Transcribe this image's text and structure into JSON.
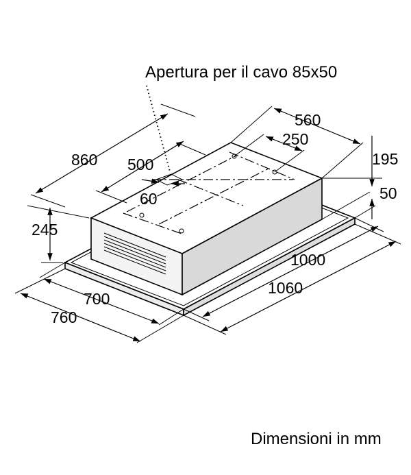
{
  "labels": {
    "cable_opening": "Apertura per il cavo 85x50",
    "units_note": "Dimensioni in mm"
  },
  "dimensions": {
    "d560": "560",
    "d250": "250",
    "d195": "195",
    "d50": "50",
    "d860": "860",
    "d500": "500",
    "d60": "60",
    "d245": "245",
    "d1000": "1000",
    "d1060": "1060",
    "d700": "700",
    "d760": "760"
  }
}
